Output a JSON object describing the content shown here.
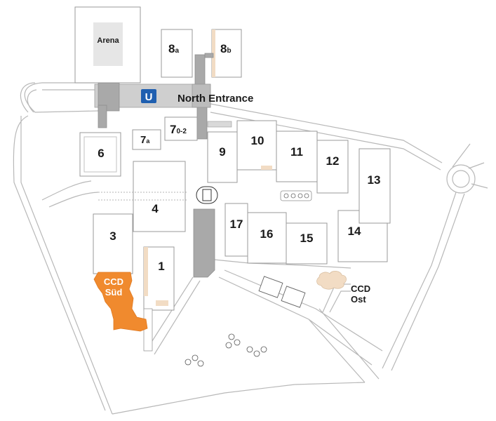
{
  "map": {
    "colors": {
      "background": "#ffffff",
      "building_fill": "#ffffff",
      "building_outline": "#9a9a9a",
      "road_line": "#b8b8b8",
      "walkway": "#a9a9a9",
      "ccd_sud": "#f08a2e",
      "ccd_ost_tree": "#f2dcc4",
      "ubahn_badge": "#1f5fb0"
    },
    "labels": {
      "arena": "Arena",
      "north_entrance": "North Entrance",
      "ccd_sud_line1": "CCD",
      "ccd_sud_line2": "Süd",
      "ccd_ost_line1": "CCD",
      "ccd_ost_line2": "Ost",
      "ubahn_symbol": "U"
    },
    "halls": {
      "h1": "1",
      "h3": "3",
      "h4": "4",
      "h6": "6",
      "h7a_main": "7",
      "h7a_sub": "a",
      "h7_02_main": "7",
      "h7_02_sub": "0-2",
      "h8a_main": "8",
      "h8a_sub": "a",
      "h8b_main": "8",
      "h8b_sub": "b",
      "h9": "9",
      "h10": "10",
      "h11": "11",
      "h12": "12",
      "h13": "13",
      "h14": "14",
      "h15": "15",
      "h16": "16",
      "h17": "17"
    },
    "icons": {
      "ubahn": "u-bahn-icon",
      "car": "car-icon",
      "trees": "tree-icon"
    }
  }
}
